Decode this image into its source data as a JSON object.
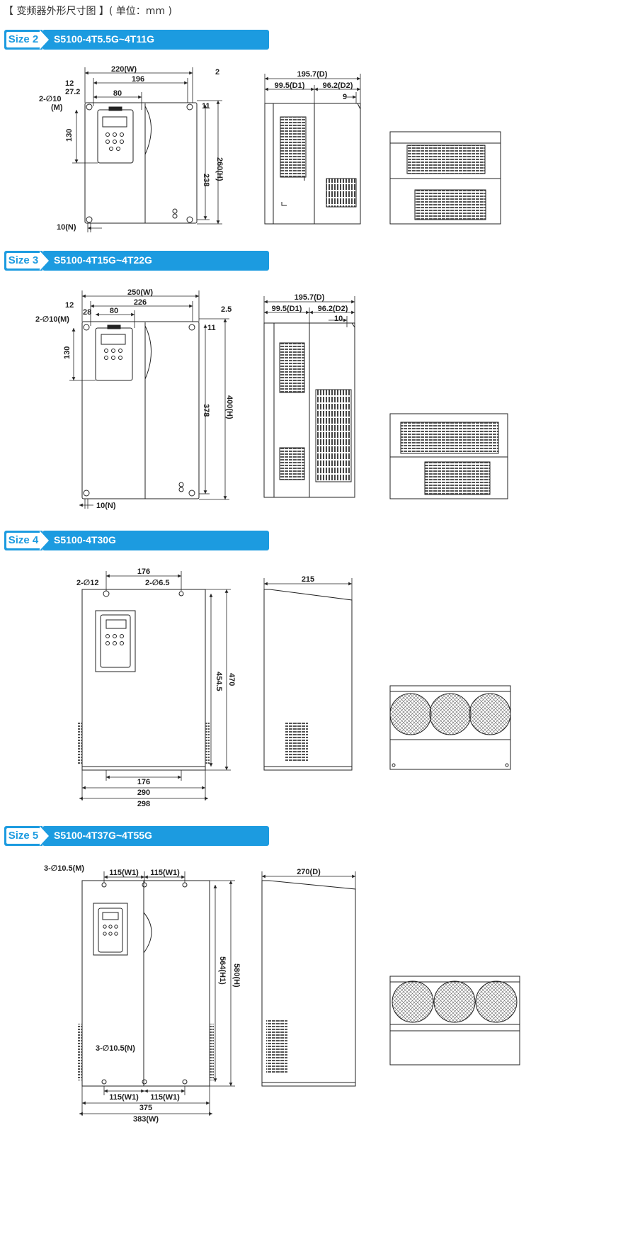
{
  "title": "【 变频器外形尺寸图 】( 单位：mm )",
  "sizes": [
    {
      "tag": "Size 2",
      "model": "S5100-4T5.5G~4T11G"
    },
    {
      "tag": "Size 3",
      "model": "S5100-4T15G~4T22G"
    },
    {
      "tag": "Size 4",
      "model": "S5100-4T30G"
    },
    {
      "tag": "Size 5",
      "model": "S5100-4T37G~4T55G"
    }
  ],
  "dims": {
    "s2": {
      "w": "220(W)",
      "w1": "196",
      "m12": "12",
      "m272": "27.2",
      "d80": "80",
      "hole": "2-∅10",
      "holeM": "(M)",
      "h130": "130",
      "h238": "238",
      "h260": "260(H)",
      "d2": "2",
      "d11": "11",
      "d10n": "10(N)",
      "D": "195.7(D)",
      "D1": "99.5(D1)",
      "D2": "96.2(D2)",
      "d9": "9"
    },
    "s3": {
      "w": "250(W)",
      "w1": "226",
      "m12": "12",
      "m28": "28",
      "d80": "80",
      "hole": "2-∅10(M)",
      "h130": "130",
      "h378": "378",
      "h400": "400(H)",
      "d25": "2.5",
      "d11": "11",
      "d10n": "10(N)",
      "D": "195.7(D)",
      "D1": "99.5(D1)",
      "D2": "96.2(D2)",
      "d10": "10"
    },
    "s4": {
      "hole12": "2-∅12",
      "hole65": "2-∅6.5",
      "w176": "176",
      "h4545": "454.5",
      "h470": "470",
      "b176": "176",
      "b290": "290",
      "b298": "298",
      "d215": "215"
    },
    "s5": {
      "holeM": "3-∅10.5(M)",
      "w1a": "115(W1)",
      "w1b": "115(W1)",
      "h564": "564(H1)",
      "h580": "580(H)",
      "holeN": "3-∅10.5(N)",
      "b1a": "115(W1)",
      "b1b": "115(W1)",
      "b375": "375",
      "b383": "383(W)",
      "d270": "270(D)"
    }
  }
}
